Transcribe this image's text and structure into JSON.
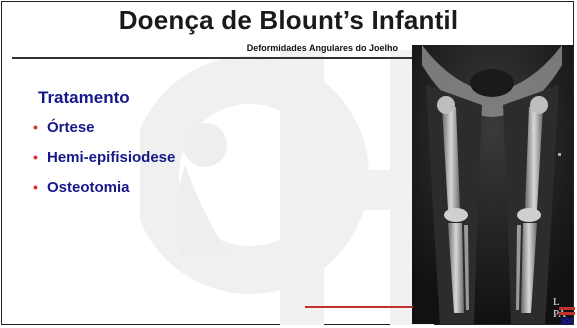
{
  "slide": {
    "title": "Doença de Blount’s Infantil",
    "subtitle": "Deformidades Angulares do Joelho",
    "section_heading": "Tratamento",
    "bullets": [
      "Órtese",
      "Hemi-epifisiodese",
      "Osteotomia"
    ]
  },
  "image": {
    "label_lines": [
      "L",
      "PA"
    ]
  },
  "colors": {
    "heading": "#16188a",
    "bullet_marker": "#d9322b",
    "accent_line": "#c0312b"
  }
}
